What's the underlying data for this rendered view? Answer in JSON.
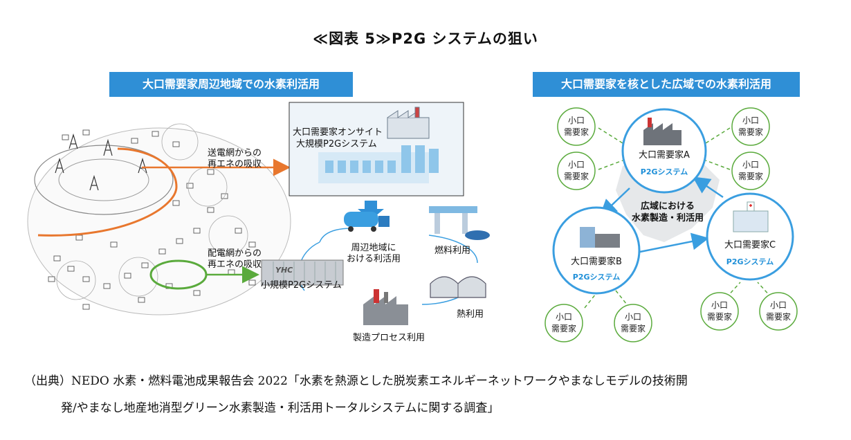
{
  "title": "≪図表 5≫P2G システムの狙い",
  "left_panel": {
    "banner": "大口需要家周辺地域での水素利活用",
    "onsite_label_1": "大口需要家オンサイト",
    "onsite_label_2": "大規模P2Gシステム",
    "transmission_1": "送電網からの",
    "transmission_2": "再エネの吸収",
    "distribution_1": "配電網からの",
    "distribution_2": "再エネの吸収",
    "small_p2g": "小規模P2Gシステム",
    "container_mark": "YHC",
    "local_use_1": "周辺地域に",
    "local_use_2": "おける利活用",
    "fuel_use": "燃料利用",
    "heat_use": "熱利用",
    "process_use": "製造プロセス利用"
  },
  "right_panel": {
    "banner": "大口需要家を核とした広域での水素利活用",
    "center_1": "広域における",
    "center_2": "水素製造・利活用",
    "hub_a": "大口需要家A",
    "hub_b": "大口需要家B",
    "hub_c": "大口需要家C",
    "p2g": "P2Gシステム",
    "small_1": "小口",
    "small_2": "需要家"
  },
  "source": {
    "line1": "（出典）NEDO 水素・燃料電池成果報告会 2022「水素を熱源とした脱炭素エネルギーネットワークやまなしモデルの技術開",
    "line2": "発/やまなし地産地消型グリーン水素製造・利活用トータルシステムに関する調査」"
  },
  "colors": {
    "banner": "#2f8fd6",
    "orange": "#e8772e",
    "green": "#5aaa3c",
    "blue": "#3a9ee0"
  }
}
